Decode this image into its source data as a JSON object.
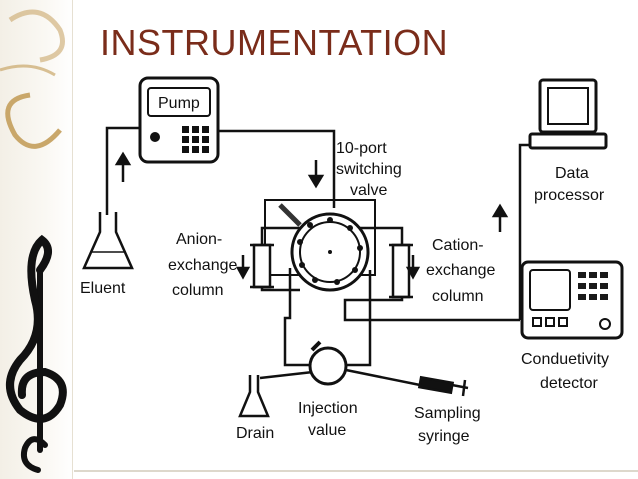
{
  "title": "INSTRUMENTATION",
  "components": {
    "pump": "Pump",
    "valve_line1": "10-port",
    "valve_line2": "switching",
    "valve_line3": "valve",
    "data_processor_line1": "Data",
    "data_processor_line2": "processor",
    "anion_line1": "Anion-",
    "anion_line2": "exchange",
    "anion_line3": "column",
    "cation_line1": "Cation-",
    "cation_line2": "exchange",
    "cation_line3": "column",
    "eluent": "Eluent",
    "drain": "Drain",
    "injection_line1": "Injection",
    "injection_line2": "value",
    "sampling_line1": "Sampling",
    "sampling_line2": "syringe",
    "detector_line1": "Conduetivity",
    "detector_line2": "detector"
  },
  "colors": {
    "title": "#7a2c1a",
    "decor_gold": "#c9a76a",
    "ink": "#111111"
  },
  "icons": [
    "treble-clef-icon",
    "swirl-icon",
    "flask-icon",
    "computer-icon",
    "syringe-icon"
  ]
}
